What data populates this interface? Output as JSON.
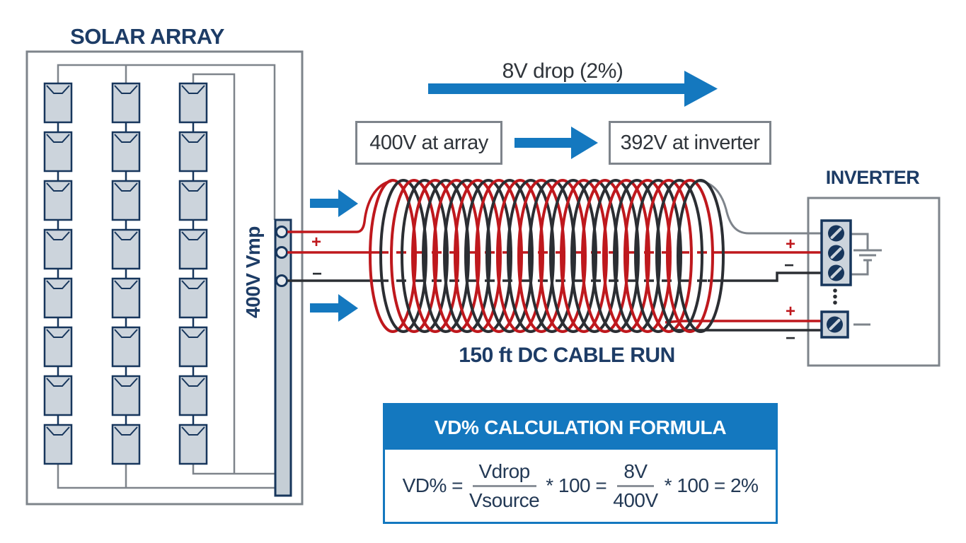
{
  "palette": {
    "navy": "#1d3c66",
    "charcoal": "#30353b",
    "blue": "#1478bf",
    "red": "#bf181d",
    "wire_dark": "#2b2e33",
    "wire_gray": "#7e848b",
    "panel_fill": "#ccd4dc",
    "panel_border": "#17365c",
    "busbar_fill": "#c5ced6",
    "screw_fill": "#cdd5dc",
    "box_border": "#7e848b",
    "formula_bar": "#8b9199",
    "formula_navy": "#233955",
    "coil_gray": "#9099a1"
  },
  "solar_array": {
    "title": "SOLAR ARRAY",
    "vmp_label": "400V Vmp",
    "columns": 3,
    "panels_per_column": 8
  },
  "flow": {
    "drop_label": "8V drop (2%)",
    "source_label": "400V at array",
    "target_label": "392V at inverter"
  },
  "cable": {
    "label": "150 ft DC CABLE RUN",
    "coil_turn_pairs": 15,
    "polarity_plus": "+",
    "polarity_minus": "−"
  },
  "inverter": {
    "title": "INVERTER",
    "terminal_screws": 3,
    "aux_terminal_screws": 1
  },
  "formula": {
    "header": "VD% CALCULATION FORMULA",
    "lhs": "VD% =",
    "frac1_num": "Vdrop",
    "frac1_den": "Vsource",
    "op1": "* 100 =",
    "frac2_num": "8V",
    "frac2_den": "400V",
    "op2": "* 100 = 2%"
  }
}
